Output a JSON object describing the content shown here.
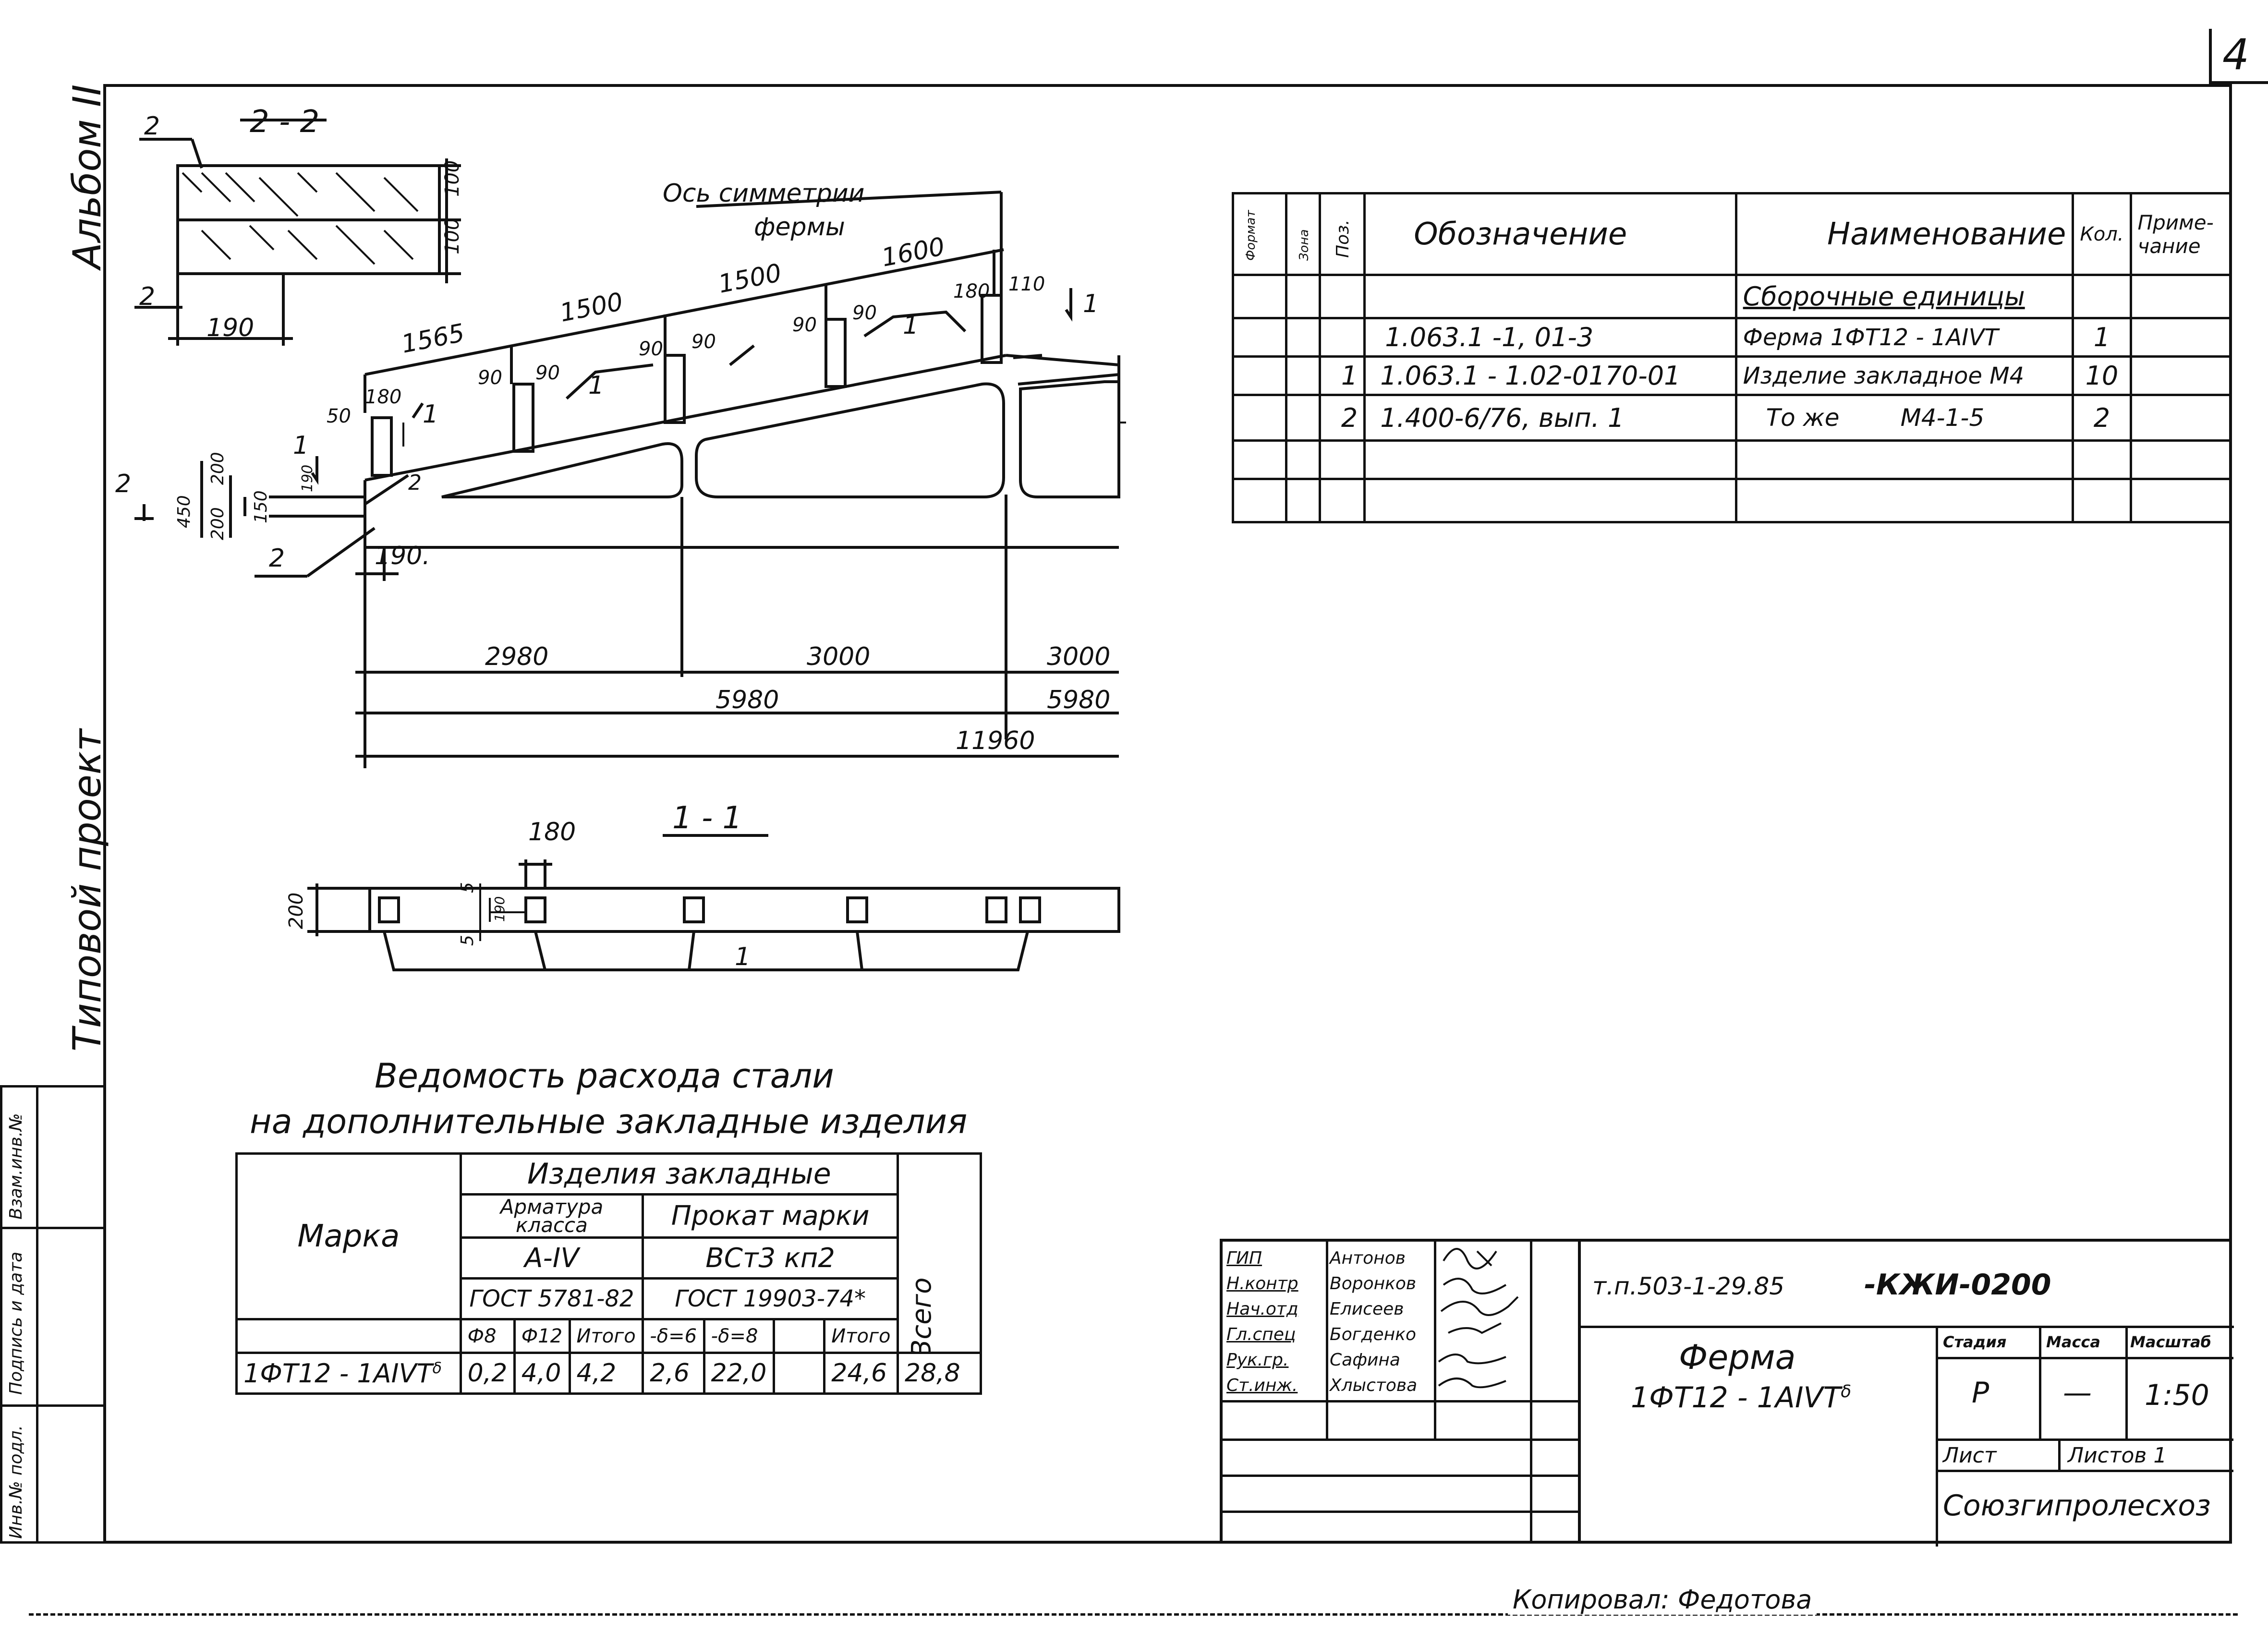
{
  "sheet": {
    "number": "4",
    "album": "Альбом II",
    "project_type": "Типовой проект",
    "copied_by": "Копировал: Федотова",
    "stub_cells": [
      "Инв.№ подл.",
      "Подпись и дата",
      "Взам.инв.№"
    ]
  },
  "drawing": {
    "section_2_2": "2 - 2",
    "section_1_1": "1 - 1",
    "axis_label_1": "Ось симметрии",
    "axis_label_2": "фермы",
    "marks": [
      "1",
      "2"
    ],
    "dims": {
      "s22_width": "190",
      "s22_h1": "100",
      "s22_h2": "100",
      "top": [
        "1565",
        "1500",
        "1500",
        "1600"
      ],
      "small": [
        "50",
        "180",
        "90",
        "90",
        "90",
        "90",
        "90",
        "90",
        "180",
        "110"
      ],
      "left_height": [
        "450",
        "200",
        "200",
        "150",
        "190",
        "190."
      ],
      "bottom_1": [
        "2980",
        "3000",
        "3000"
      ],
      "bottom_2": [
        "5980",
        "5980"
      ],
      "bottom_3": "11960",
      "s11": [
        "180",
        "200",
        "5",
        "5",
        "190"
      ]
    }
  },
  "spec": {
    "headers": {
      "format": "Формат",
      "zone": "Зона",
      "pos": "Поз.",
      "designation": "Обозначение",
      "name": "Наименование",
      "qty": "Кол.",
      "note": "Приме-чание"
    },
    "rows": [
      {
        "pos": "",
        "designation": "",
        "name": "Сборочные единицы",
        "qty": ""
      },
      {
        "pos": "",
        "designation": "1.063.1 -1, 01-3",
        "name": "Ферма 1ФТ12 - 1АIVТ",
        "qty": "1"
      },
      {
        "pos": "1",
        "designation": "1.063.1 - 1.02-0170-01",
        "name": "Изделие закладное М4",
        "qty": "10"
      },
      {
        "pos": "2",
        "designation": "1.400-6/76, вып. 1",
        "name": "То же        М4-1-5",
        "qty": "2"
      },
      {
        "pos": "",
        "designation": "",
        "name": "",
        "qty": ""
      },
      {
        "pos": "",
        "designation": "",
        "name": "",
        "qty": ""
      }
    ]
  },
  "steel": {
    "title_1": "Ведомость расхода стали",
    "title_2": "на дополнительные закладные изделия",
    "mark_header": "Марка",
    "group": "Изделия закладные",
    "rebar": "Арматура класса",
    "rolled": "Прокат марки",
    "rebar_class": "А-IV",
    "steel_grade": "ВСт3 кп2",
    "gost_rebar": "ГОСТ 5781-82",
    "gost_rolled": "ГОСТ 19903-74*",
    "total": "Всего",
    "cols": [
      "Ф8",
      "Ф12",
      "Итого",
      "-δ=6",
      "-δ=8",
      "",
      "Итого"
    ],
    "row_mark": "1ФТ12 - 1АIVТ",
    "row_mark_sup": "δ",
    "values": [
      "0,2",
      "4,0",
      "4,2",
      "2,6",
      "22,0",
      "",
      "24,6",
      "28,8"
    ]
  },
  "title_block": {
    "code": "т.п.503-1-29.85",
    "code_suffix": "-КЖИ-0200",
    "name_1": "Ферма",
    "name_2": "1ФТ12 - 1АIVТ",
    "name_sup": "δ",
    "stage_h": "Стадия",
    "mass_h": "Масса",
    "scale_h": "Масштаб",
    "stage": "Р",
    "mass": "—",
    "scale": "1:50",
    "sheet_h": "Лист",
    "sheets_h": "Листов 1",
    "org": "Союзгипролесхоз",
    "people": [
      {
        "role": "ГИП",
        "name": "Антонов"
      },
      {
        "role": "Н.контр",
        "name": "Воронков"
      },
      {
        "role": "Нач.отд",
        "name": "Елисеев"
      },
      {
        "role": "Гл.спец",
        "name": "Богденко"
      },
      {
        "role": "Рук.гр.",
        "name": "Сафина"
      },
      {
        "role": "Ст.инж.",
        "name": "Хлыстова"
      }
    ]
  }
}
